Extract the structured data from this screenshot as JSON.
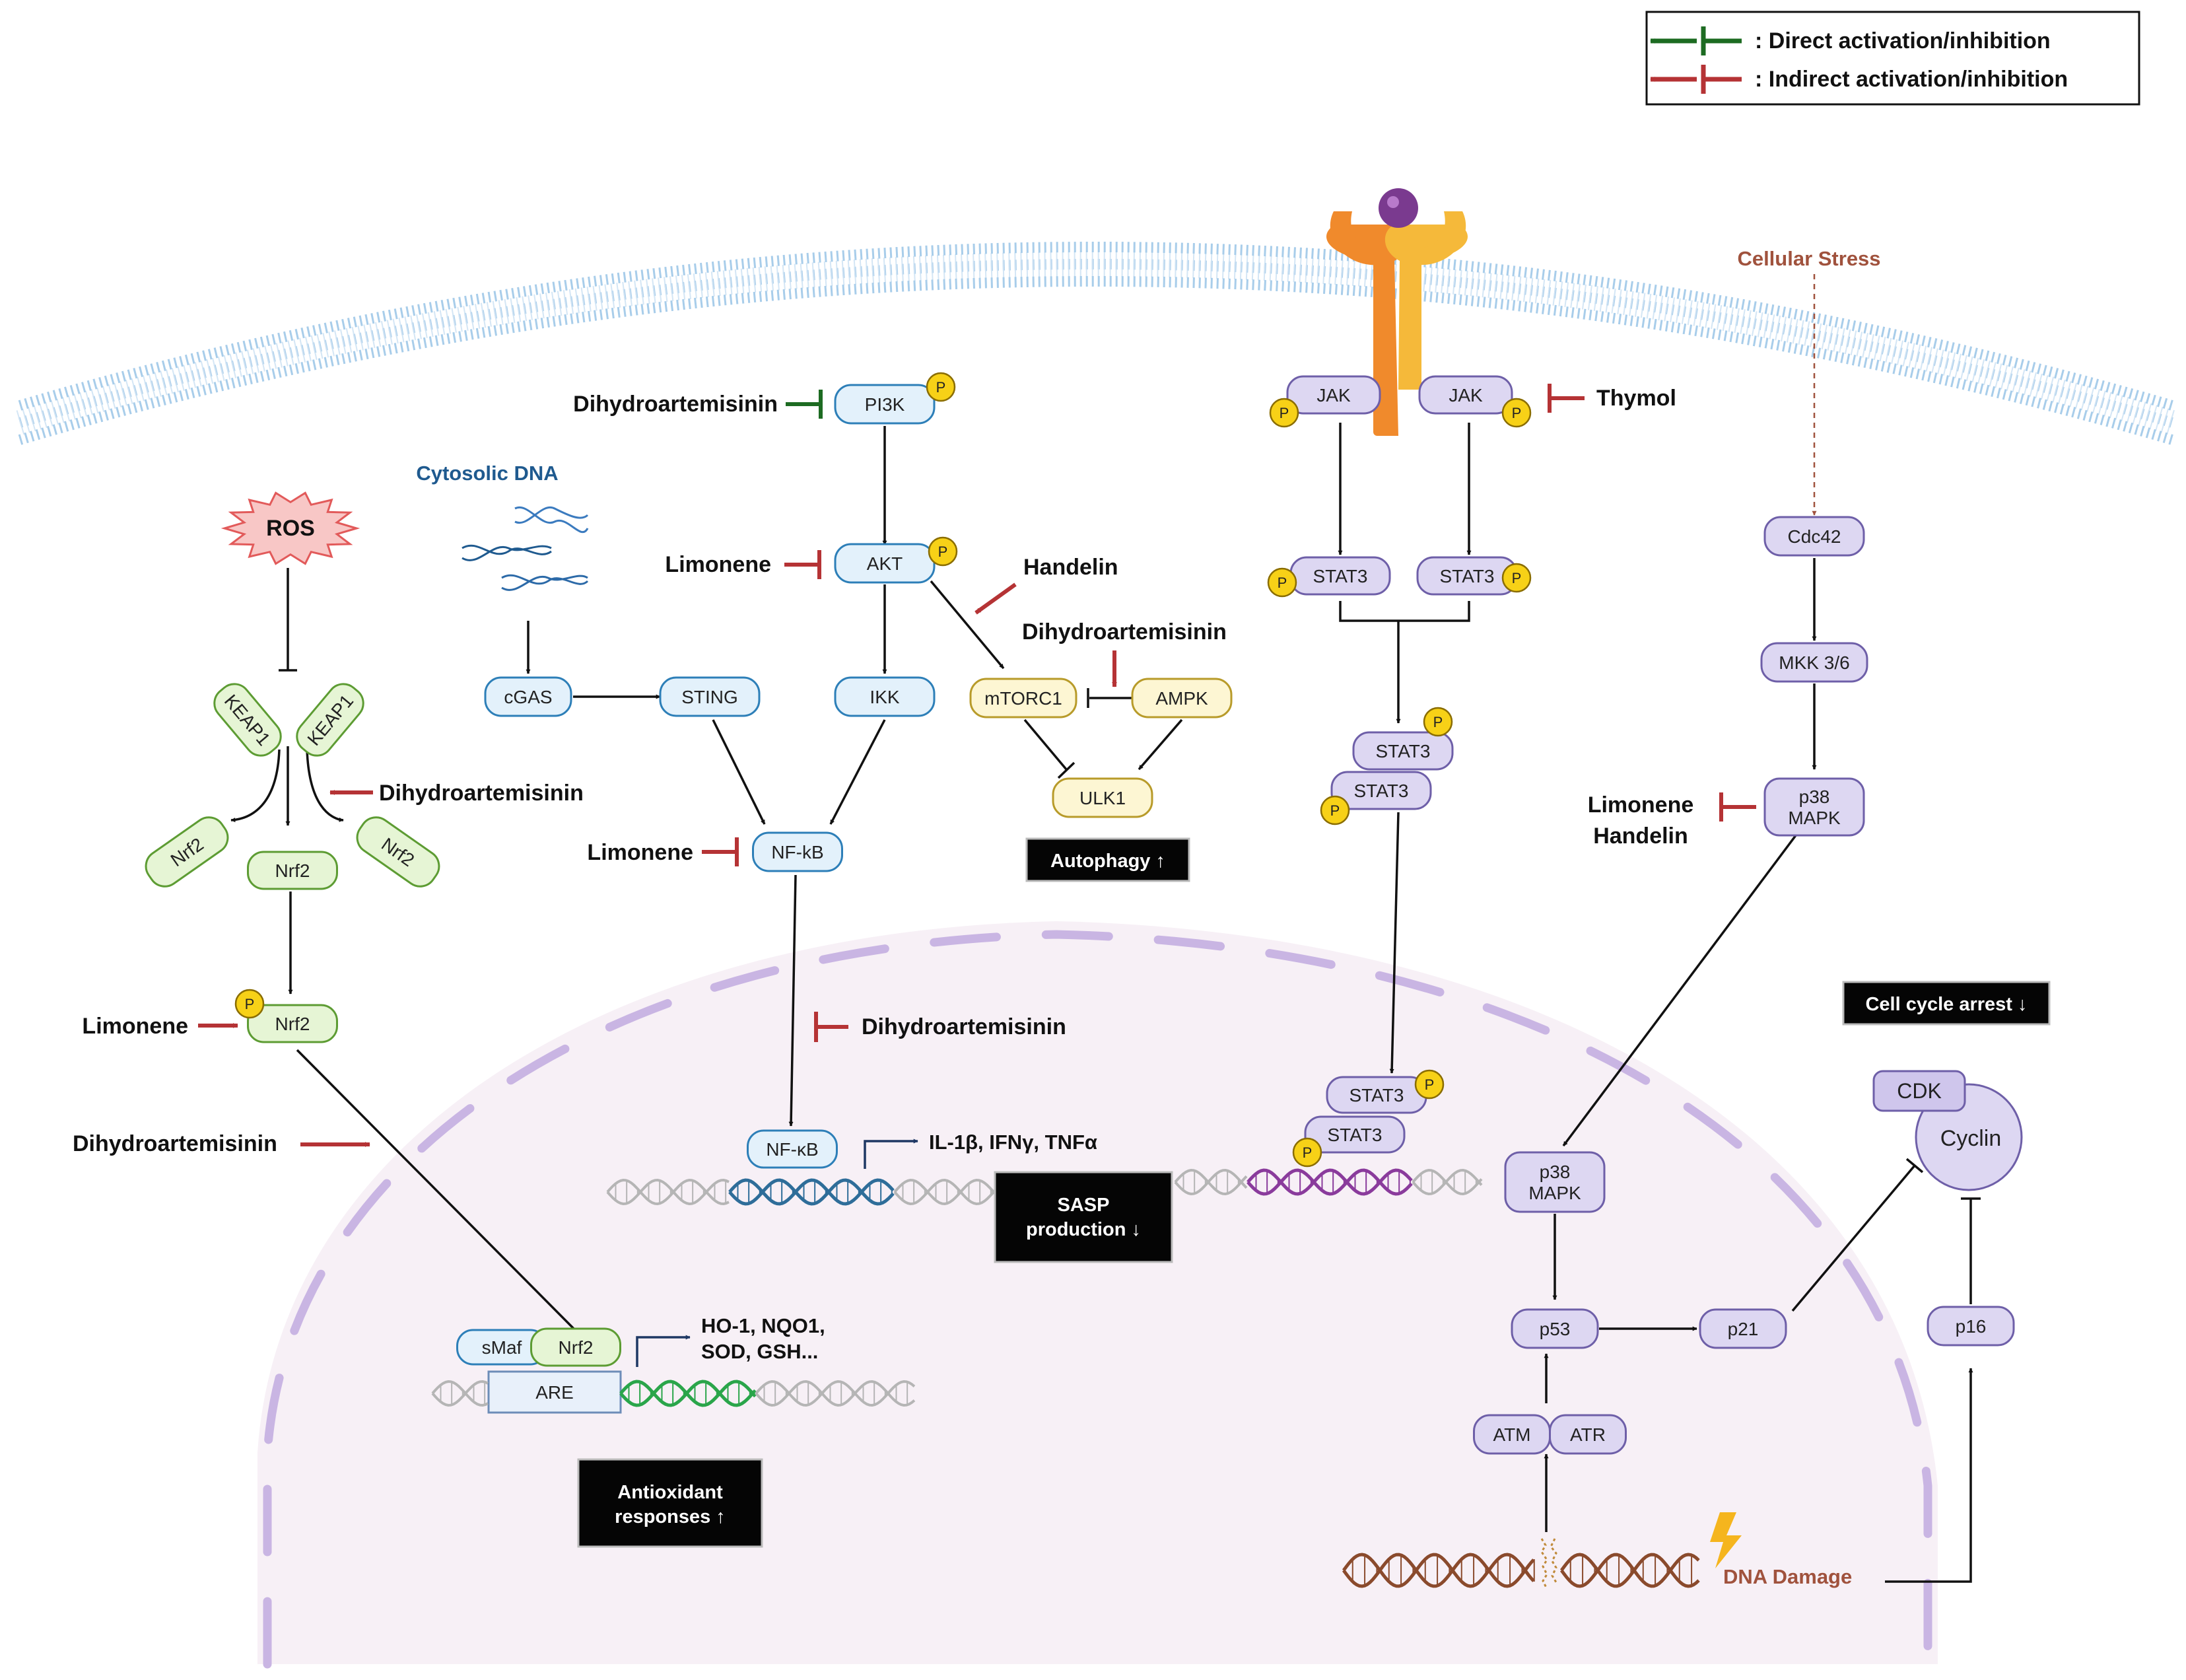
{
  "legend": {
    "direct": ": Direct activation/inhibition",
    "indirect": ": Indirect activation/inhibition"
  },
  "colors": {
    "direct": "#1d6b22",
    "indirect": "#b53335",
    "membrane": "#a8cdea",
    "nucleus_fill": "#f7f0f6",
    "nucleus_dash": "#c9b5e3",
    "blue_node": "#e3f1fb",
    "green_node": "#e6f5d5",
    "yellow_node": "#fdf6d3",
    "purple_node": "#ddd7f2",
    "phospho": "#f7d117",
    "brown_text": "#a0523d"
  },
  "labels": {
    "ros": "ROS",
    "cytosolic_dna": "Cytosolic DNA",
    "cellular_stress": "Cellular Stress",
    "dna_damage": "DNA Damage",
    "dha_pi3k": "Dihydroartemisinin",
    "lim_akt": "Limonene",
    "handelin_mtor": "Handelin",
    "dha_ampk": "Dihydroartemisinin",
    "dha_nrf2": "Dihydroartemisinin",
    "lim_nfkb": "Limonene",
    "lim_nrf2": "Limonene",
    "dha_nrf2b": "Dihydroartemisinin",
    "dha_nucleus": "Dihydroartemisinin",
    "thymol": "Thymol",
    "lim_p38": "Limonene",
    "handelin_p38": "Handelin",
    "genes_nfkb": "IL-1β, IFNγ, TNFα",
    "genes_are_1": "HO-1, NQO1,",
    "genes_are_2": "SOD, GSH..."
  },
  "nodes": {
    "pi3k": "PI3K",
    "akt": "AKT",
    "ikk": "IKK",
    "sting": "STING",
    "cgas": "cGAS",
    "nfkb": "NF-kB",
    "nfkb_nuc": "NF-κB",
    "mtorc1": "mTORC1",
    "ampk": "AMPK",
    "ulk1": "ULK1",
    "keap1": "KEAP1",
    "nrf2": "Nrf2",
    "smaf": "sMaf",
    "are": "ARE",
    "jak": "JAK",
    "stat3": "STAT3",
    "cdc42": "Cdc42",
    "mkk": "MKK 3/6",
    "p38_l1": "p38",
    "p38_l2": "MAPK",
    "p53": "p53",
    "p21": "p21",
    "p16": "p16",
    "atm": "ATM",
    "atr": "ATR",
    "cdk": "CDK",
    "cyclin": "Cyclin",
    "phospho": "P"
  },
  "boxes": {
    "autophagy": "Autophagy ↑",
    "sasp_1": "SASP",
    "sasp_2": "production ↓",
    "antiox_1": "Antioxidant",
    "antiox_2": "responses ↑",
    "cell_cycle": "Cell cycle arrest ↓"
  }
}
